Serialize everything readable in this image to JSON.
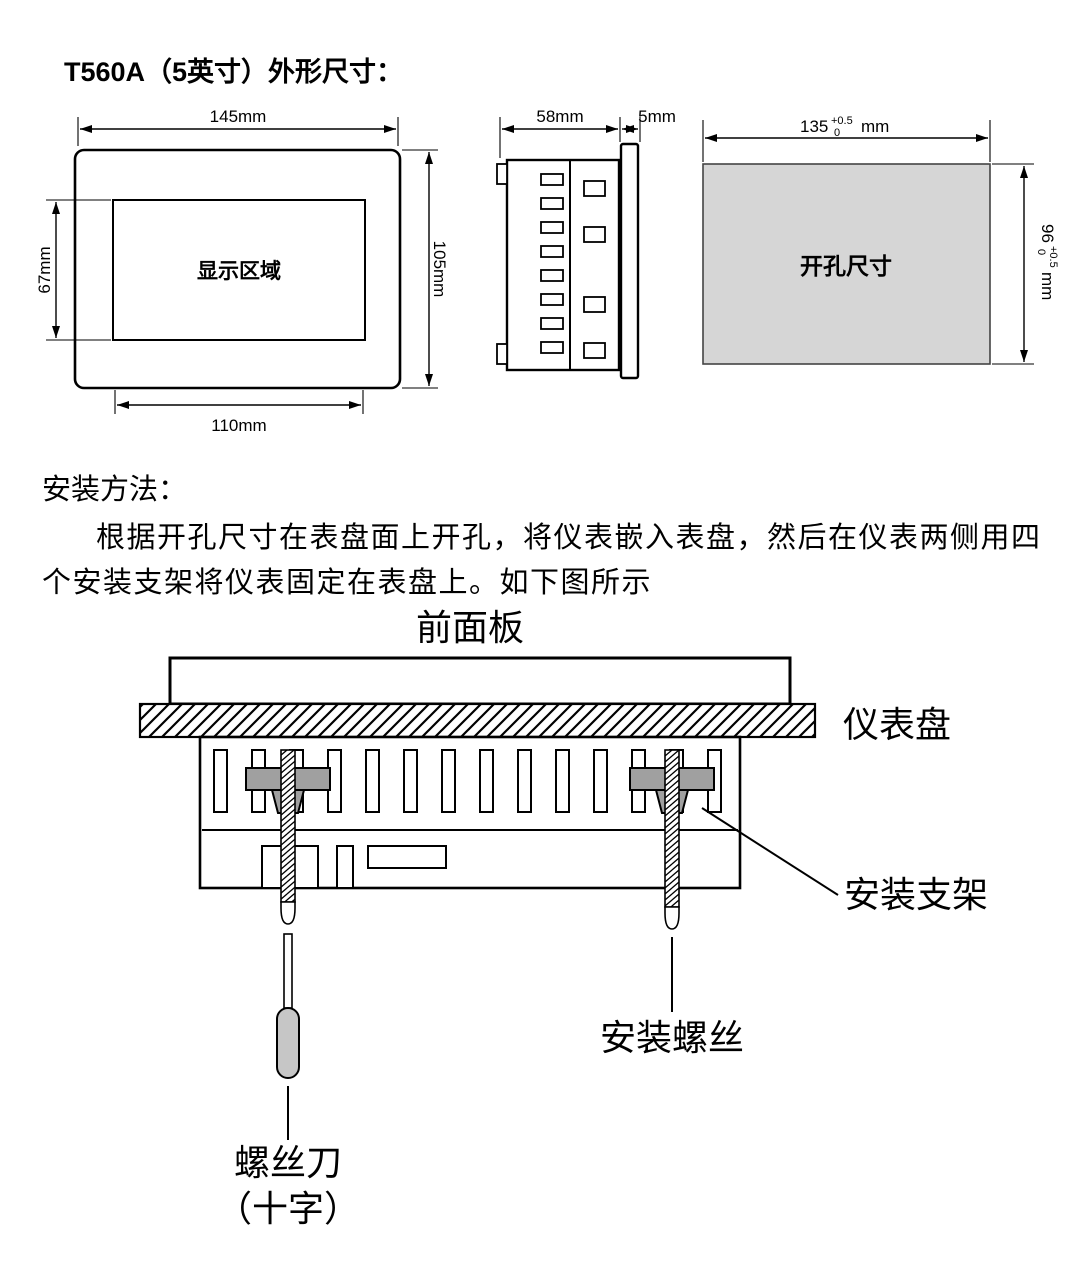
{
  "title": "T560A（5英寸）外形尺寸：",
  "front_view": {
    "top_width": "145mm",
    "height": "105mm",
    "display_area": "显示区域",
    "display_height": "67mm",
    "bottom_width": "110mm"
  },
  "side_view": {
    "body_depth": "58mm",
    "bezel_depth": "5mm"
  },
  "cutout_view": {
    "label": "开孔尺寸",
    "width_value": "135",
    "width_tol_upper": "+0.5",
    "width_tol_lower": "0",
    "width_unit": "mm",
    "height_value": "96",
    "height_tol_upper": "+0.5",
    "height_tol_lower": "0",
    "height_unit": "mm"
  },
  "installation": {
    "heading": "安装方法：",
    "body_line1": "根据开孔尺寸在表盘面上开孔，将仪表嵌入表盘，然后在仪表两侧用四",
    "body_line2": "个安装支架将仪表固定在表盘上。如下图所示"
  },
  "mounting_diagram": {
    "front_panel": "前面板",
    "instrument_panel": "仪表盘",
    "bracket": "安装支架",
    "screw": "安装螺丝",
    "screwdriver_line1": "螺丝刀",
    "screwdriver_line2": "（十字）"
  },
  "colors": {
    "cutout_fill": "#d6d6d6",
    "bracket_gray": "#a0a0a0",
    "handle_gray": "#c6c6c6"
  }
}
